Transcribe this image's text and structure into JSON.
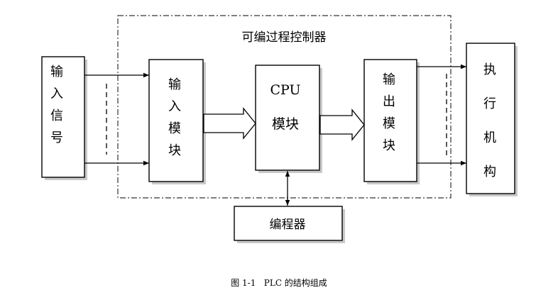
{
  "controller_title": "可编过程控制器",
  "input_signal": "输入信号",
  "input_module": "输入模块",
  "cpu_label": "CPU",
  "cpu_module": "模块",
  "output_module": "输出模块",
  "actuator": "执行机构",
  "programmer": "编程器",
  "caption": "图 1-1   PLC 的结构组成"
}
